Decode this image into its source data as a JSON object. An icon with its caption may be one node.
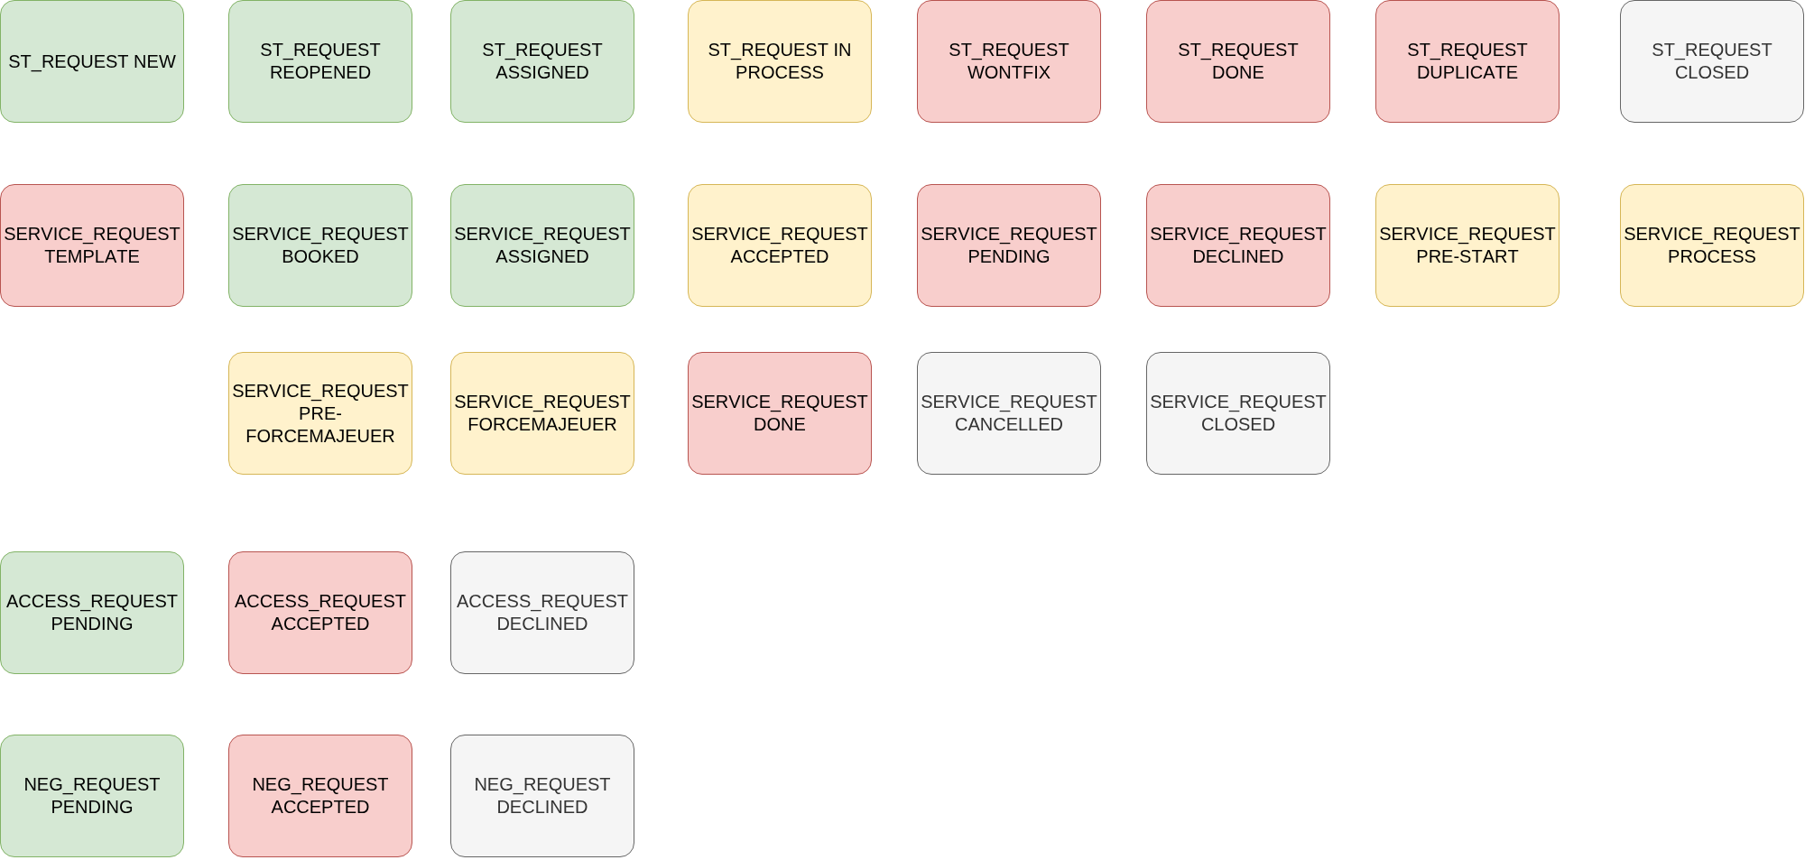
{
  "diagram": {
    "nodes": [
      {
        "text": [
          "ST_REQUEST NEW"
        ]
      },
      {
        "text": [
          "ST_REQUEST REOPENED"
        ]
      },
      {
        "text": [
          "ST_REQUEST ASSIGNED"
        ]
      },
      {
        "text": [
          "ST_REQUEST IN PROCESS"
        ]
      },
      {
        "text": [
          "ST_REQUEST WONTFIX"
        ]
      },
      {
        "text": [
          "ST_REQUEST DONE"
        ]
      },
      {
        "text": [
          "ST_REQUEST DUPLICATE"
        ]
      },
      {
        "text": [
          "ST_REQUEST CLOSED"
        ]
      },
      {
        "text": [
          "SERVICE_REQUEST TEMPLATE"
        ]
      },
      {
        "text": [
          "SERVICE_REQUEST BOOKED"
        ]
      },
      {
        "text": [
          "SERVICE_REQUEST ASSIGNED"
        ]
      },
      {
        "text": [
          "SERVICE_REQUEST ACCEPTED"
        ]
      },
      {
        "text": [
          "SERVICE_REQUEST PENDING"
        ]
      },
      {
        "text": [
          "SERVICE_REQUEST DECLINED"
        ]
      },
      {
        "text": [
          "SERVICE_REQUEST PRE-START"
        ]
      },
      {
        "text": [
          "SERVICE_REQUEST PROCESS"
        ]
      },
      {
        "text": [
          "SERVICE_REQUEST PRE-FORCEMAJEUER"
        ]
      },
      {
        "text": [
          "SERVICE_REQUEST FORCEMAJEUER"
        ]
      },
      {
        "text": [
          "SERVICE_REQUEST DONE"
        ]
      },
      {
        "text": [
          "SERVICE_REQUEST CANCELLED"
        ]
      },
      {
        "text": [
          "SERVICE_REQUEST CLOSED"
        ]
      },
      {
        "text": [
          "ACCESS_REQUEST PENDING"
        ]
      },
      {
        "text": [
          "ACCESS_REQUEST ACCEPTED"
        ]
      },
      {
        "text": [
          "ACCESS_REQUEST DECLINED"
        ]
      },
      {
        "text": [
          "NEG_REQUEST PENDING"
        ]
      },
      {
        "text": [
          "NEG_REQUEST ACCEPTED"
        ]
      },
      {
        "text": [
          "NEG_REQUEST DECLINED"
        ]
      }
    ]
  }
}
